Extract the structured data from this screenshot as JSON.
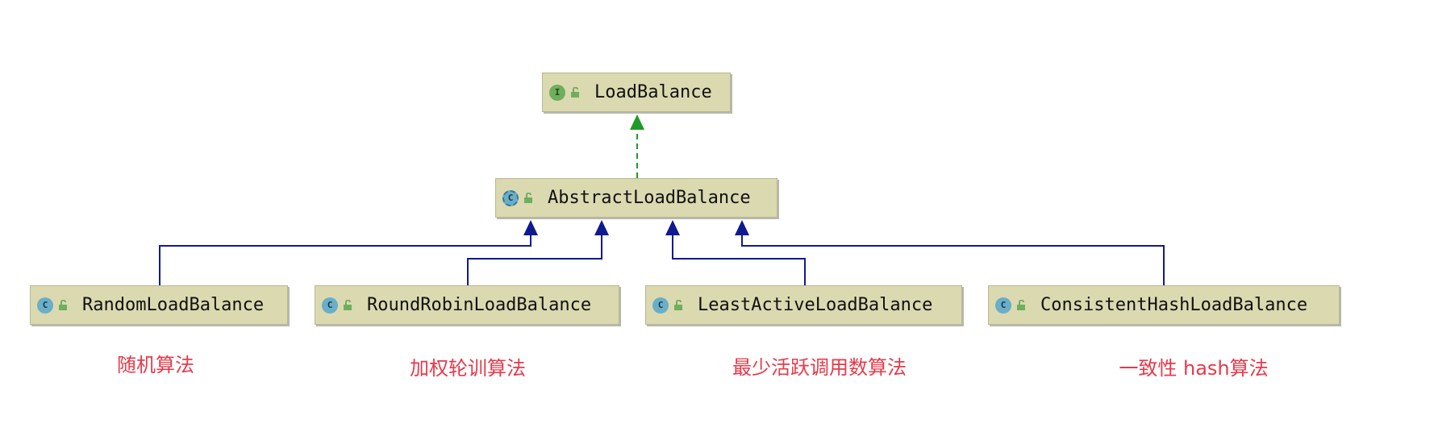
{
  "diagram": {
    "interface": {
      "name": "LoadBalance",
      "kind_glyph": "I"
    },
    "abstract_class": {
      "name": "AbstractLoadBalance",
      "kind_glyph": "C"
    },
    "implementations": [
      {
        "name": "RandomLoadBalance",
        "kind_glyph": "C",
        "note": "随机算法"
      },
      {
        "name": "RoundRobinLoadBalance",
        "kind_glyph": "C",
        "note": "加权轮训算法"
      },
      {
        "name": "LeastActiveLoadBalance",
        "kind_glyph": "C",
        "note": "最少活跃调用数算法"
      },
      {
        "name": "ConsistentHashLoadBalance",
        "kind_glyph": "C",
        "note": "一致性 hash算法"
      }
    ],
    "colors": {
      "node_fill": "#dbd9b0",
      "implements_edge": "#1f9a2a",
      "extends_edge": "#101a90",
      "note_text": "#e8394a"
    },
    "icons": [
      "interface-icon",
      "class-icon",
      "abstract-class-icon",
      "public-lock-icon"
    ]
  }
}
